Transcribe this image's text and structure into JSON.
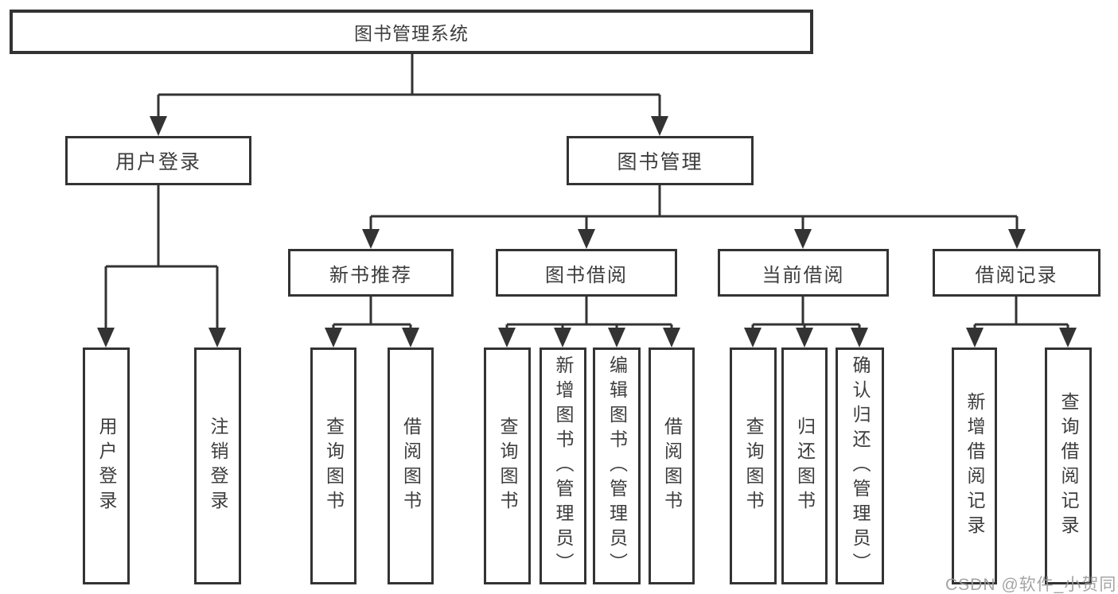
{
  "diagram": {
    "title": "图书管理系统",
    "root": "图书管理系统",
    "level2": [
      {
        "label": "用户登录"
      },
      {
        "label": "图书管理"
      }
    ],
    "level3": [
      {
        "label": "新书推荐"
      },
      {
        "label": "图书借阅"
      },
      {
        "label": "当前借阅"
      },
      {
        "label": "借阅记录"
      }
    ],
    "leaves_user_login": [
      {
        "label": "用户登录"
      },
      {
        "label": "注销登录"
      }
    ],
    "leaves_new_book": [
      {
        "label": "查询图书"
      },
      {
        "label": "借阅图书"
      }
    ],
    "leaves_book_borrow": [
      {
        "label": "查询图书"
      },
      {
        "label": "新增图书（管理员）"
      },
      {
        "label": "编辑图书（管理员）"
      },
      {
        "label": "借阅图书"
      }
    ],
    "leaves_current_borrow": [
      {
        "label": "查询图书"
      },
      {
        "label": "归还图书"
      },
      {
        "label": "确认归还（管理员）"
      }
    ],
    "leaves_borrow_record": [
      {
        "label": "新增借阅记录"
      },
      {
        "label": "查询借阅记录"
      }
    ]
  },
  "watermark": {
    "text": "CSDN @软件_小贺同学"
  },
  "colors": {
    "line": "#333333",
    "box_border": "#333333",
    "text": "#3d3d3d",
    "watermark": "#9b9b9b",
    "background": "#ffffff"
  }
}
